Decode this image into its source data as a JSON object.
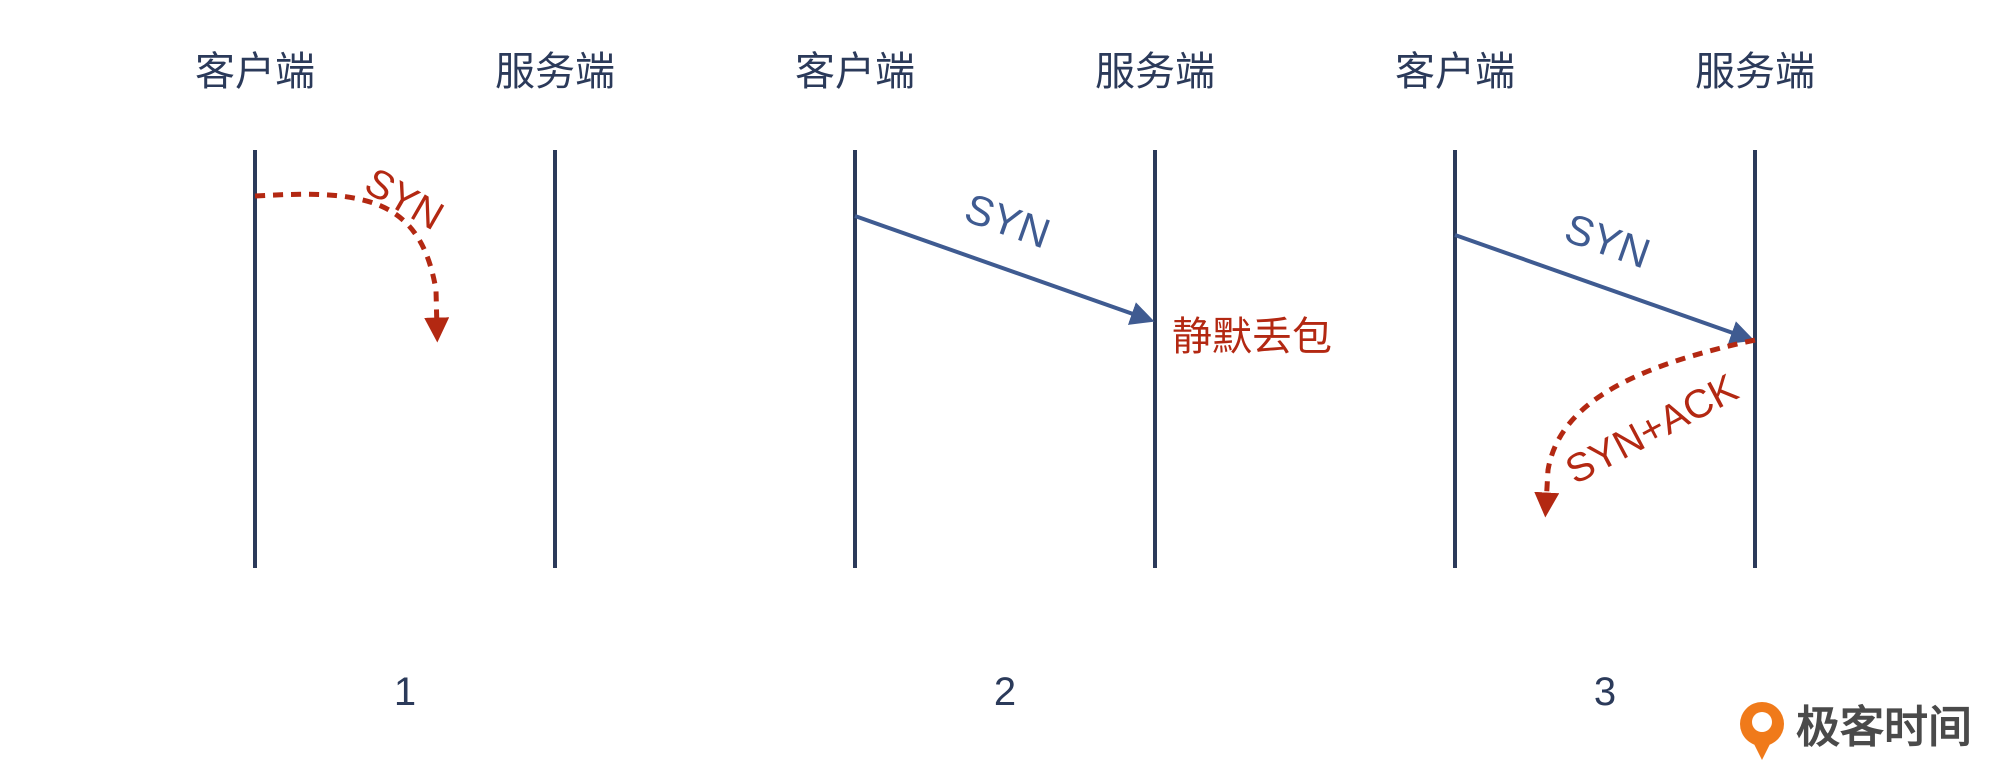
{
  "panels": [
    {
      "client_label": "客户端",
      "server_label": "服务端",
      "message_label": "SYN",
      "number": "1"
    },
    {
      "client_label": "客户端",
      "server_label": "服务端",
      "message_label": "SYN",
      "drop_label": "静默丢包",
      "number": "2"
    },
    {
      "client_label": "客户端",
      "server_label": "服务端",
      "message_label": "SYN",
      "reply_label": "SYN+ACK",
      "number": "3"
    }
  ],
  "brand": {
    "name": "极客时间",
    "accent_color": "#f07a1a"
  },
  "colors": {
    "lifeline": "#2b3a5a",
    "syn_arrow": "#3f5b91",
    "dropped_or_reply": "#b32812"
  }
}
